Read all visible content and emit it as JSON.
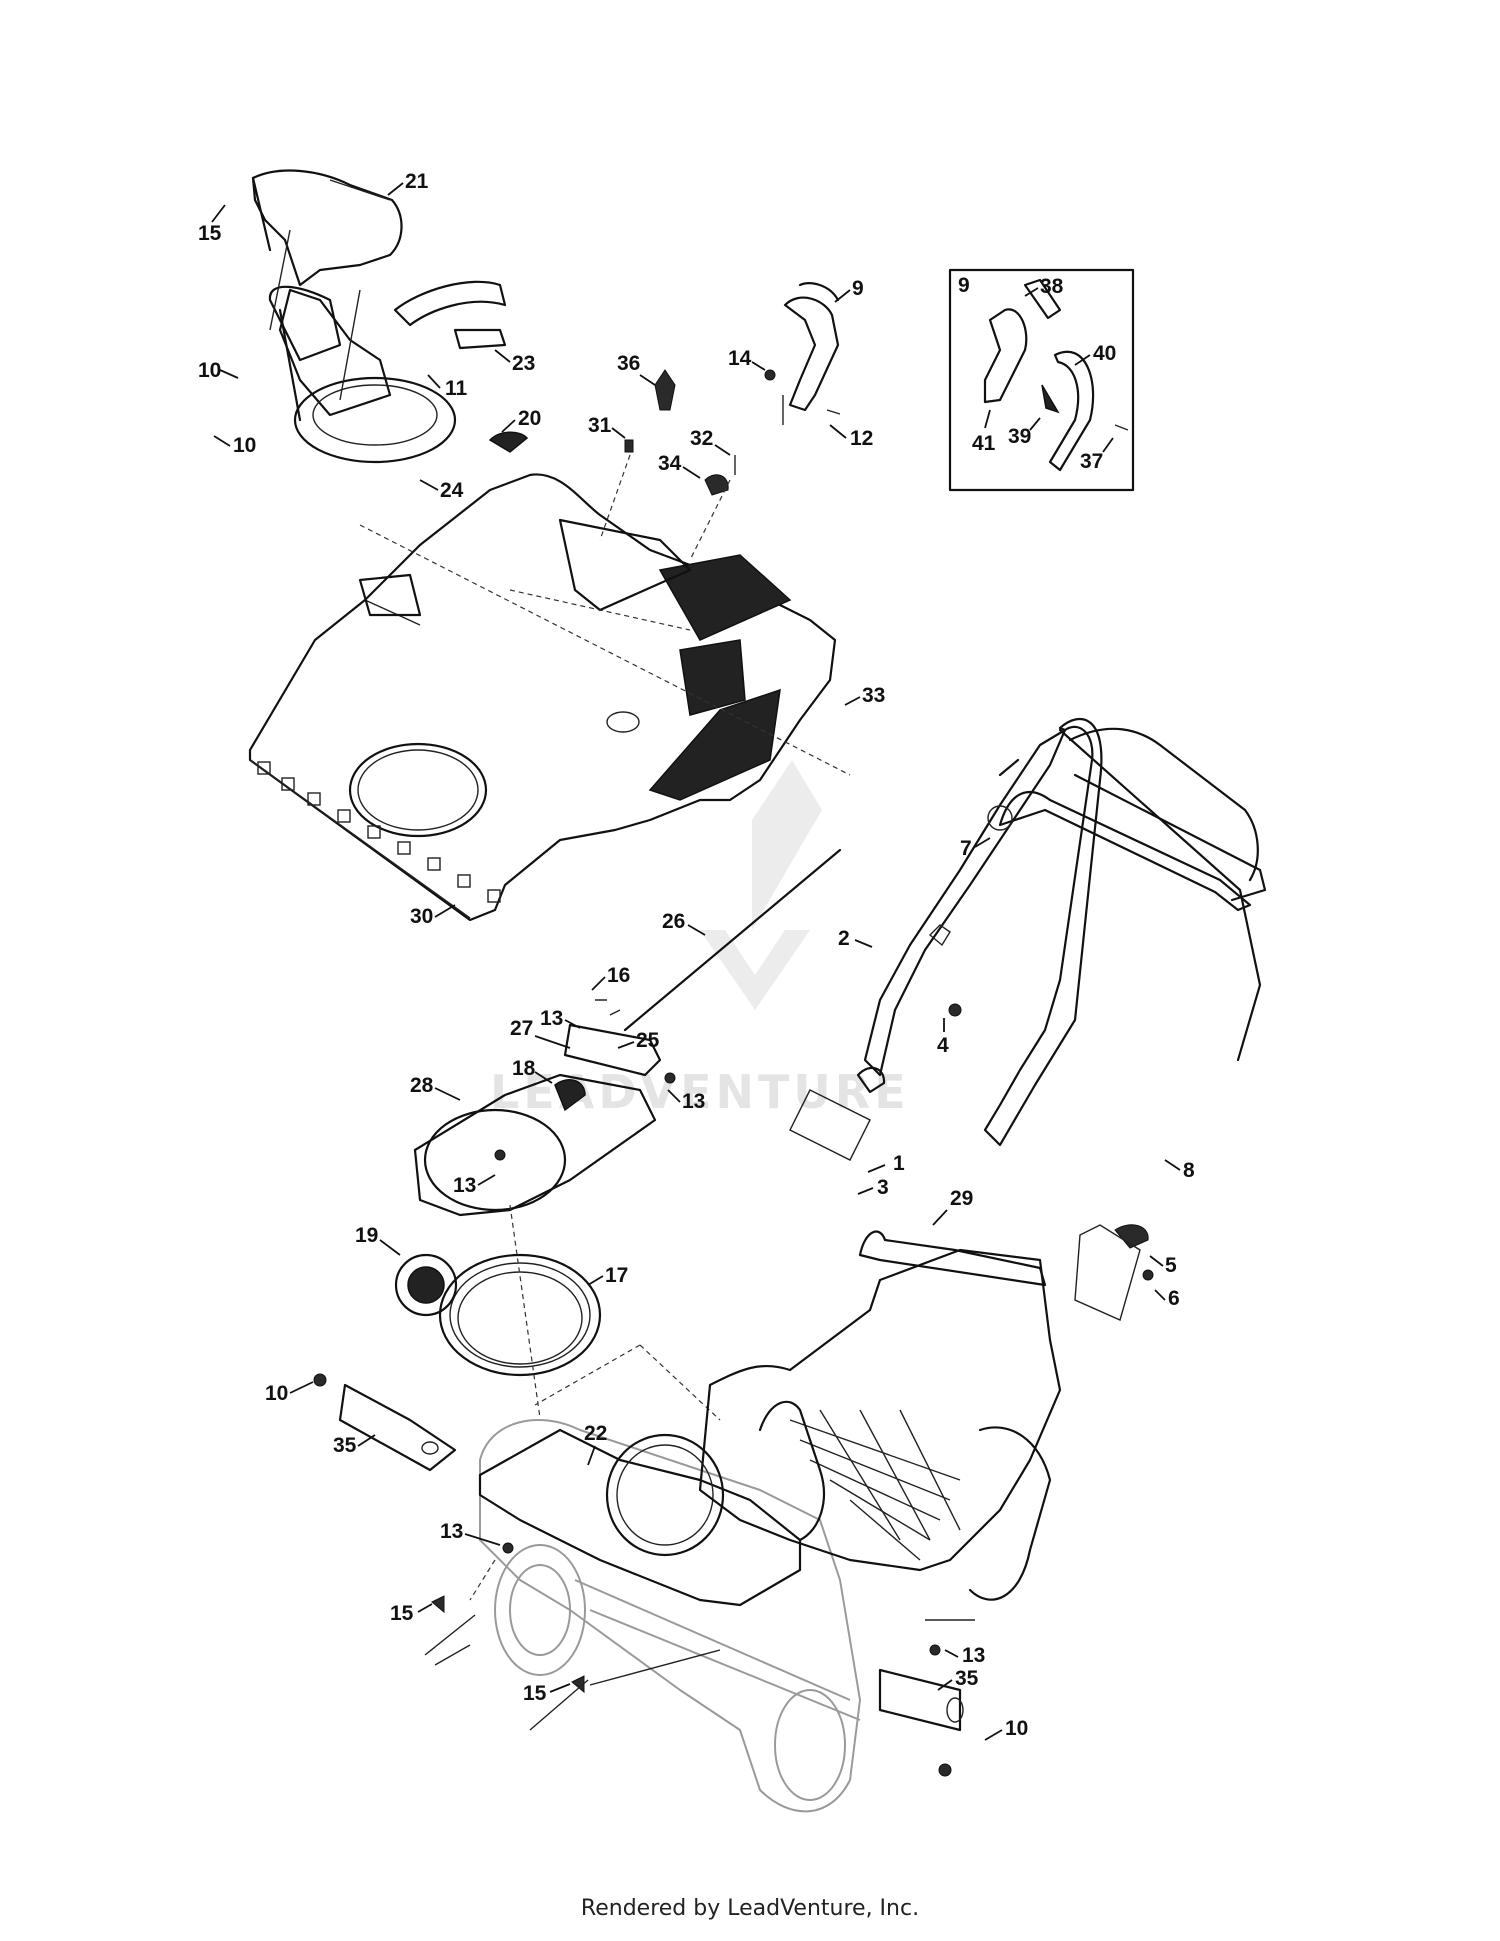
{
  "callouts": [
    {
      "n": "1"
    },
    {
      "n": "2"
    },
    {
      "n": "3"
    },
    {
      "n": "4"
    },
    {
      "n": "5"
    },
    {
      "n": "6"
    },
    {
      "n": "7"
    },
    {
      "n": "8"
    },
    {
      "n": "9"
    },
    {
      "n": "9"
    },
    {
      "n": "10"
    },
    {
      "n": "10"
    },
    {
      "n": "10"
    },
    {
      "n": "10"
    },
    {
      "n": "11"
    },
    {
      "n": "12"
    },
    {
      "n": "13"
    },
    {
      "n": "13"
    },
    {
      "n": "13"
    },
    {
      "n": "13"
    },
    {
      "n": "13"
    },
    {
      "n": "14"
    },
    {
      "n": "15"
    },
    {
      "n": "15"
    },
    {
      "n": "15"
    },
    {
      "n": "16"
    },
    {
      "n": "17"
    },
    {
      "n": "18"
    },
    {
      "n": "19"
    },
    {
      "n": "20"
    },
    {
      "n": "21"
    },
    {
      "n": "22"
    },
    {
      "n": "23"
    },
    {
      "n": "24"
    },
    {
      "n": "25"
    },
    {
      "n": "26"
    },
    {
      "n": "27"
    },
    {
      "n": "28"
    },
    {
      "n": "29"
    },
    {
      "n": "30"
    },
    {
      "n": "31"
    },
    {
      "n": "32"
    },
    {
      "n": "33"
    },
    {
      "n": "34"
    },
    {
      "n": "35"
    },
    {
      "n": "35"
    },
    {
      "n": "36"
    },
    {
      "n": "37"
    },
    {
      "n": "38"
    },
    {
      "n": "39"
    },
    {
      "n": "40"
    },
    {
      "n": "41"
    }
  ],
  "footer": "Rendered by LeadVenture, Inc.",
  "watermark": "LEADVENTURE"
}
